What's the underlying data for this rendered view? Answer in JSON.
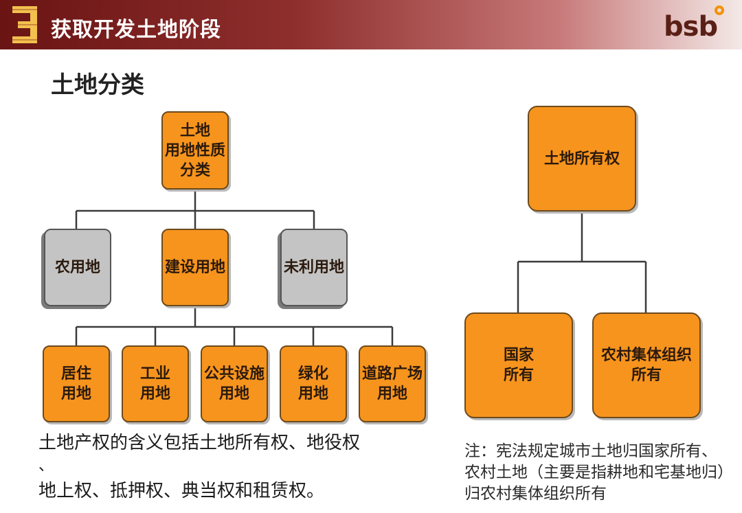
{
  "header": {
    "section_number": "3",
    "title": "获取开发土地阶段",
    "logo": "bsb",
    "accent_color": "#f39200"
  },
  "section_title": "土地分类",
  "left_tree": {
    "root": "土地\n用地性质\n分类",
    "level1": [
      {
        "label": "农用地",
        "style": "gray"
      },
      {
        "label": "建设用地",
        "style": "orange"
      },
      {
        "label": "未利用地",
        "style": "gray"
      }
    ],
    "level2": [
      "居住\n用地",
      "工业\n用地",
      "公共设施\n用地",
      "绿化\n用地",
      "道路广场\n用地"
    ]
  },
  "right_tree": {
    "root": "土地所有权",
    "children": [
      "国家\n所有",
      "农村集体组织\n所有"
    ]
  },
  "body_text": {
    "line1": "土地产权的含义包括土地所有权、地役权",
    "line2": "、",
    "line3": "地上权、抵押权、典当权和租赁权。"
  },
  "note": "注：宪法规定城市土地归国家所有、农村土地（主要是指耕地和宅基地归）归农村集体组织所有",
  "colors": {
    "node_orange": "#f7941d",
    "node_gray": "#c4c4c4",
    "connector": "#3a3a3a"
  }
}
